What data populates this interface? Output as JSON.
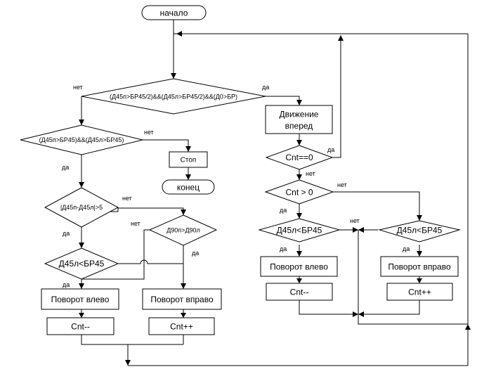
{
  "blocks": {
    "start": "начало",
    "cond_main": "(Д45п>БР45/2)&&(Д45л>БР45/2)&&(Д0>БР)",
    "cond_both": "(Д45п>БР45)&&(Д45л>БР45)",
    "stop": "Стоп",
    "end": "конец",
    "cond_diff": "|Д45п-Д45л|>5",
    "cond_d90": "Д90п>Д90л",
    "cond_left_l": "Д45л<БР45",
    "turn_left_l": "Поворот влево",
    "cnt_dec_l": "Cnt--",
    "turn_right_l": "Поворот вправо",
    "cnt_inc_l": "Cnt++",
    "move_forward_1": "Движение",
    "move_forward_2": "вперед",
    "cond_cnt_zero": "Cnt==0",
    "cond_cnt_pos": "Cnt > 0",
    "cond_left_r": "Д45л<БР45",
    "cond_right_r": "Д45л<БР45",
    "turn_left_r": "Поворот влево",
    "cnt_dec_r": "Cnt--",
    "turn_right_r": "Поворот вправо",
    "cnt_inc_r": "Cnt++"
  },
  "labels": {
    "yes": "да",
    "no": "нет"
  }
}
